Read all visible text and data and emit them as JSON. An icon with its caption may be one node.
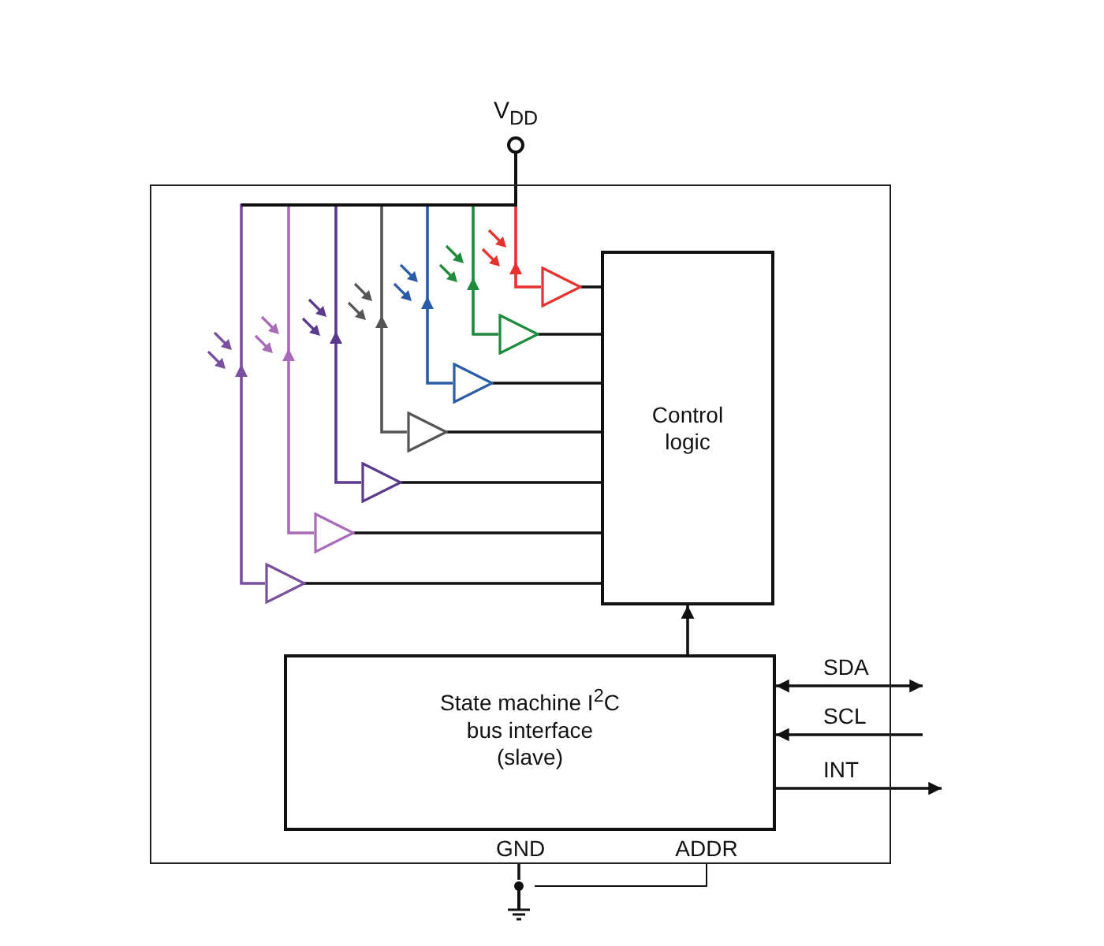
{
  "diagram": {
    "nodes": [
      {
        "text": [
          "V$_{DD}$"
        ]
      },
      {
        "text": [],
        "shape": "box"
      },
      {
        "text": [
          "Control logic"
        ],
        "in": 1
      },
      {
        "text": [],
        "shape": "triangle",
        "in": 1
      },
      {
        "text": [],
        "shape": "triangle",
        "in": 1
      },
      {
        "text": [],
        "shape": "triangle",
        "in": 1
      },
      {
        "text": [],
        "shape": "triangle",
        "in": 1
      },
      {
        "text": [],
        "shape": "triangle",
        "in": 1
      },
      {
        "text": [],
        "shape": "triangle",
        "in": 1
      },
      {
        "text": [],
        "shape": "triangle",
        "in": 1
      },
      {
        "text": [
          "State machine I$^{2}$C bus interface (slave)"
        ],
        "in": 1
      },
      {
        "text": [
          "GND"
        ],
        "in": 1
      },
      {
        "text": [
          "ADDR"
        ],
        "in": 1
      },
      {
        "text": [],
        "shape": "ground"
      }
    ],
    "edges": [
      {
        "from": 0,
        "to": 3,
        "arrow": "to",
        "color": "#e8312f"
      },
      {
        "from": 0,
        "to": 4,
        "arrow": "to",
        "color": "#1e8a3c"
      },
      {
        "from": 0,
        "to": 5,
        "arrow": "to",
        "color": "#2a5ca8"
      },
      {
        "from": 0,
        "to": 6,
        "arrow": "to",
        "color": "#555555"
      },
      {
        "from": 0,
        "to": 7,
        "arrow": "to",
        "color": "#5b3a8e"
      },
      {
        "from": 0,
        "to": 8,
        "arrow": "to",
        "color": "#a86bb8"
      },
      {
        "from": 0,
        "to": 9,
        "arrow": "to",
        "color": "#7b4fa0"
      },
      {
        "from": 3,
        "to": 2,
        "arrow": "none"
      },
      {
        "from": 4,
        "to": 2,
        "arrow": "none"
      },
      {
        "from": 5,
        "to": 2,
        "arrow": "none"
      },
      {
        "from": 6,
        "to": 2,
        "arrow": "none"
      },
      {
        "from": 7,
        "to": 2,
        "arrow": "none"
      },
      {
        "from": 8,
        "to": 2,
        "arrow": "none"
      },
      {
        "from": 9,
        "to": 2,
        "arrow": "none"
      },
      {
        "from": 10,
        "to": 2,
        "arrow": "to"
      },
      {
        "from": 10,
        "to": null,
        "arrow": "both",
        "label": "SDA"
      },
      {
        "from": null,
        "to": 10,
        "arrow": "to",
        "label": "SCL"
      },
      {
        "from": 10,
        "to": null,
        "arrow": "to",
        "label": "INT"
      },
      {
        "from": 11,
        "to": 13,
        "arrow": "none"
      },
      {
        "from": 12,
        "to": 13,
        "arrow": "none"
      }
    ]
  }
}
